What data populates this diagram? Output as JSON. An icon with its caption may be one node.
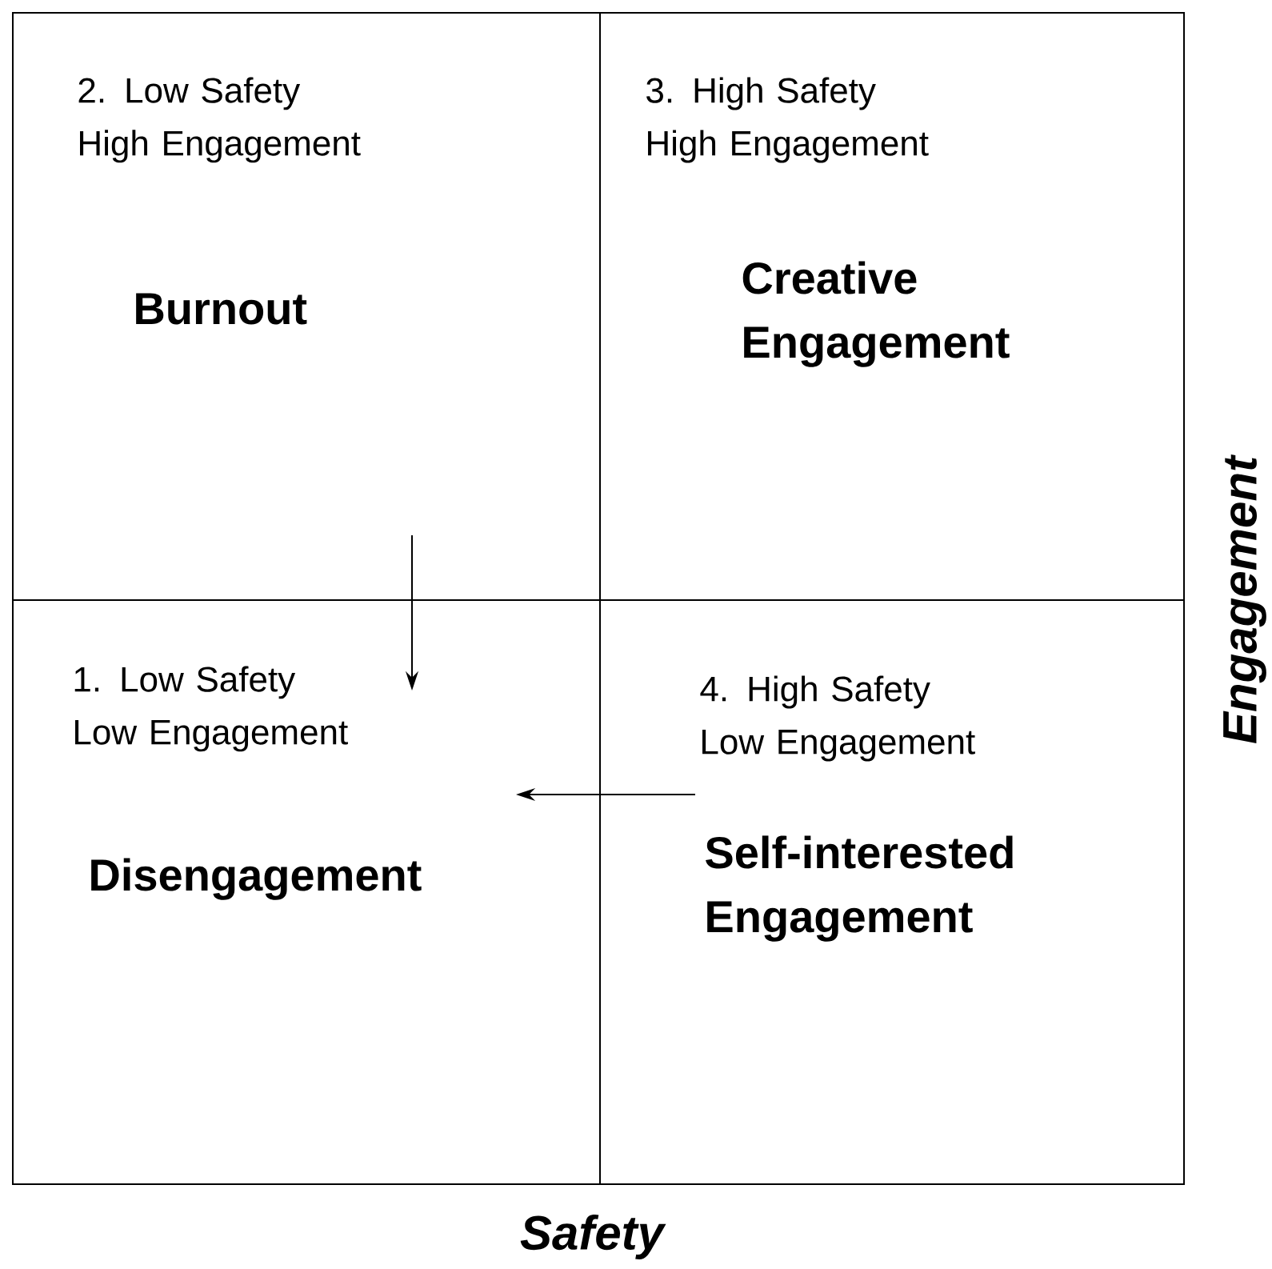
{
  "diagram": {
    "nodes": [
      {
        "text": [
          "2. Low Safety High Engagement",
          "Burnout"
        ]
      },
      {
        "text": [
          "3. High Safety High Engagement",
          "Creative Engagement"
        ]
      },
      {
        "text": [
          "1. Low Safety Low Engagement",
          "Disengagement"
        ]
      },
      {
        "text": [
          "4. High Safety Low Engagement",
          "Self-interested Engagement"
        ]
      }
    ],
    "edges": [
      {
        "from": 0,
        "to": 2,
        "arrow": "to"
      },
      {
        "from": 3,
        "to": 2,
        "arrow": "to"
      }
    ],
    "labels": [
      "Engagement",
      "Safety"
    ]
  }
}
